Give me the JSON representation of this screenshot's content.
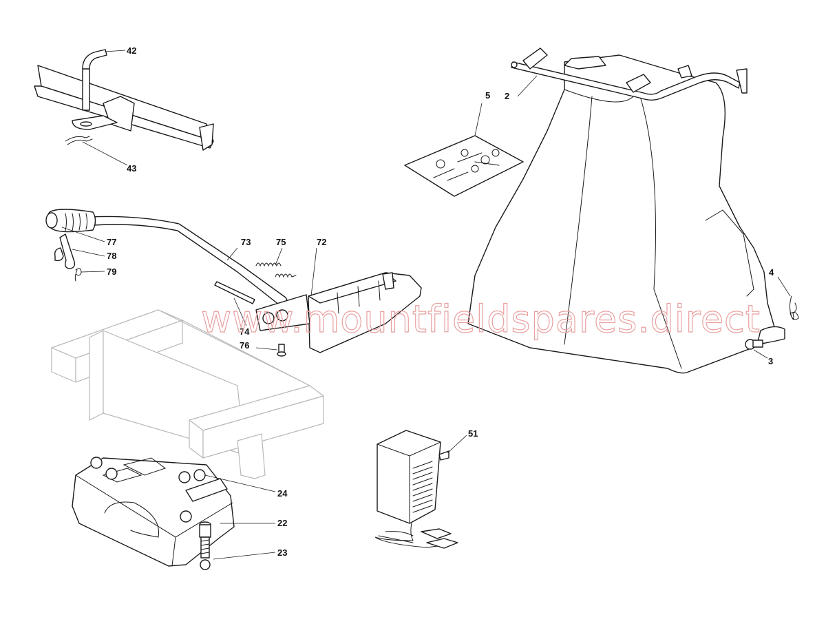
{
  "watermark": "www.mountfieldspares.direct",
  "callouts": {
    "c42": "42",
    "c43": "43",
    "c5": "5",
    "c2": "2",
    "c4": "4",
    "c3": "3",
    "c77": "77",
    "c78": "78",
    "c79": "79",
    "c73": "73",
    "c75": "75",
    "c72": "72",
    "c74": "74",
    "c76": "76",
    "c51": "51",
    "c24": "24",
    "c22": "22",
    "c23": "23"
  },
  "colors": {
    "line": "#1a1a1a",
    "ghost_frame": "#b8b8b8",
    "watermark": "#e8a0a0"
  }
}
